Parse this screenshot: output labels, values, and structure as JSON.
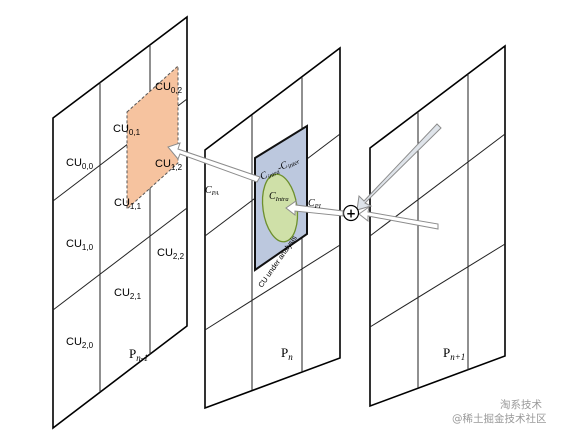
{
  "frames": {
    "prev": {
      "label_base": "P",
      "label_sub": "n-1"
    },
    "current": {
      "label_base": "P",
      "label_sub": "n"
    },
    "next": {
      "label_base": "P",
      "label_sub": "n+1"
    }
  },
  "cu_labels": [
    {
      "base": "CU",
      "sub": "0,0"
    },
    {
      "base": "CU",
      "sub": "0,1"
    },
    {
      "base": "CU",
      "sub": "0,2"
    },
    {
      "base": "CU",
      "sub": "1,0"
    },
    {
      "base": "CU",
      "sub": "1,1"
    },
    {
      "base": "CU",
      "sub": "1,2"
    },
    {
      "base": "CU",
      "sub": "2,0"
    },
    {
      "base": "CU",
      "sub": "2,1"
    },
    {
      "base": "CU",
      "sub": "2,2"
    }
  ],
  "current_block": {
    "c_intra_base": "C",
    "c_intra_sub": "intra",
    "c_inter_base": "C",
    "c_inter_sub": "inter",
    "c_intra_circle_base": "C",
    "c_intra_circle_sub": "Intra",
    "caption": "CU under analysis"
  },
  "arrows": {
    "c_pa_base": "C",
    "c_pa_sub": "PA",
    "c_pi_base": "C",
    "c_pi_sub": "PI",
    "combine_symbol": "+"
  },
  "colors": {
    "cu_highlight": "#f6c39f",
    "block_fill": "#bcc8de",
    "circle_fill": "#cfe0a8",
    "circle_stroke": "#6d8f2d"
  },
  "watermark": "@稀土掘金技术社区",
  "watermark_overlay": "淘系技术"
}
